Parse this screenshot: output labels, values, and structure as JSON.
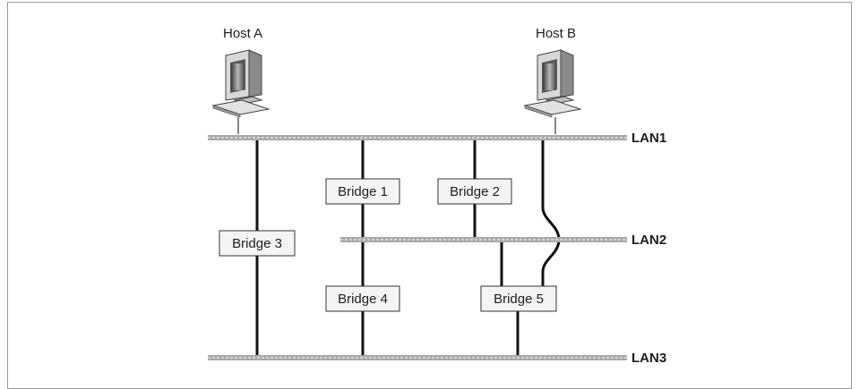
{
  "hosts": [
    {
      "id": "host-a",
      "label": "Host A"
    },
    {
      "id": "host-b",
      "label": "Host B"
    }
  ],
  "lans": [
    {
      "id": "lan1",
      "label": "LAN1"
    },
    {
      "id": "lan2",
      "label": "LAN2"
    },
    {
      "id": "lan3",
      "label": "LAN3"
    }
  ],
  "bridges": [
    {
      "id": "bridge-1",
      "label": "Bridge 1"
    },
    {
      "id": "bridge-2",
      "label": "Bridge 2"
    },
    {
      "id": "bridge-3",
      "label": "Bridge 3"
    },
    {
      "id": "bridge-4",
      "label": "Bridge 4"
    },
    {
      "id": "bridge-5",
      "label": "Bridge 5"
    }
  ]
}
